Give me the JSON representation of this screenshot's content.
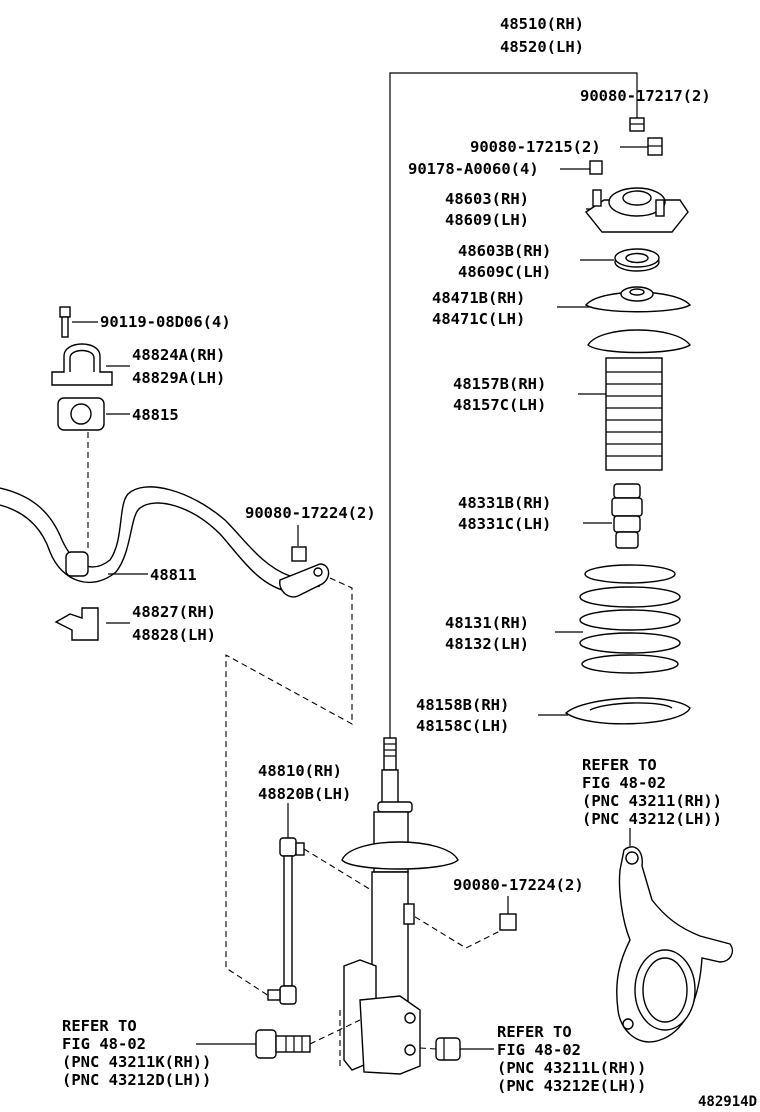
{
  "diagram_code": "482914D",
  "labels": {
    "strut_rh": "48510(RH)",
    "strut_lh": "48520(LH)",
    "nut_17217": "90080-17217(2)",
    "nut_17215": "90080-17215(2)",
    "nut_a0060": "90178-A0060(4)",
    "support_rh": "48603(RH)",
    "support_lh": "48609(LH)",
    "bearing_rh": "48603B(RH)",
    "bearing_lh": "48609C(LH)",
    "seat_upper_rh": "48471B(RH)",
    "seat_upper_lh": "48471C(LH)",
    "boot_rh": "48157B(RH)",
    "boot_lh": "48157C(LH)",
    "bumper_rh": "48331B(RH)",
    "bumper_lh": "48331C(LH)",
    "spring_rh": "48131(RH)",
    "spring_lh": "48132(LH)",
    "insulator_rh": "48158B(RH)",
    "insulator_lh": "48158C(LH)",
    "bolt_08d06": "90119-08D06(4)",
    "bracket_rh": "48824A(RH)",
    "bracket_lh": "48829A(LH)",
    "bushing": "48815",
    "stab_bar": "48811",
    "bracket2_rh": "48827(RH)",
    "bracket2_lh": "48828(LH)",
    "nut_17224_a": "90080-17224(2)",
    "nut_17224_b": "90080-17224(2)",
    "link_rh": "48810(RH)",
    "link_lh": "48820B(LH)",
    "ref_knuckle": {
      "line1": "REFER TO",
      "line2": "FIG 48-02",
      "line3": "(PNC 43211(RH))",
      "line4": "(PNC 43212(LH))"
    },
    "ref_bolt": {
      "line1": "REFER TO",
      "line2": "FIG 48-02",
      "line3": "(PNC 43211K(RH))",
      "line4": "(PNC 43212D(LH))"
    },
    "ref_nut": {
      "line1": "REFER TO",
      "line2": "FIG 48-02",
      "line3": "(PNC 43211L(RH))",
      "line4": "(PNC 43212E(LH))"
    }
  }
}
